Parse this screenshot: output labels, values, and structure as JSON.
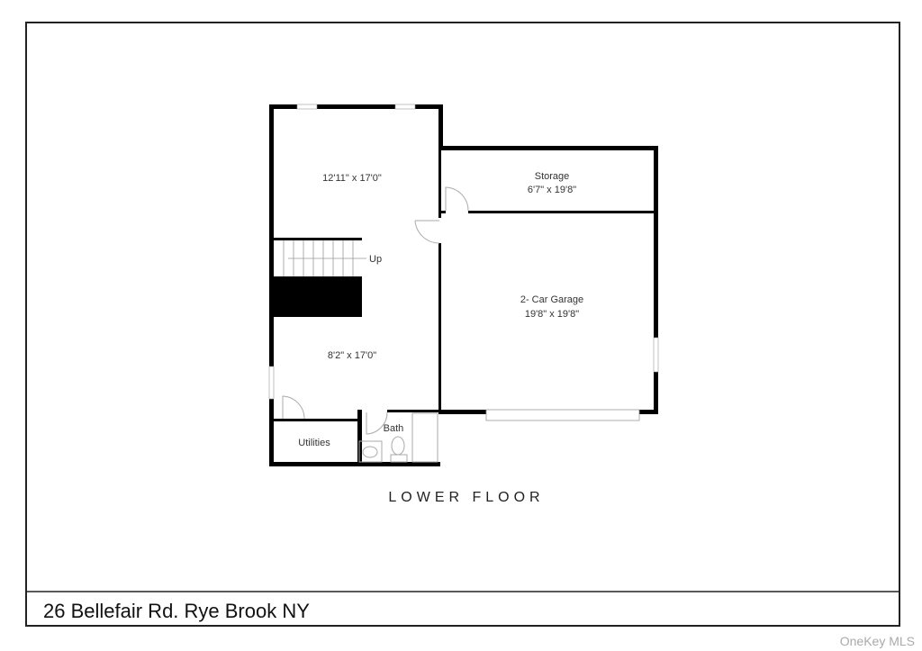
{
  "floor_title": "LOWER FLOOR",
  "address": "26 Bellefair Rd. Rye Brook NY",
  "watermark": "OneKey MLS",
  "rooms": [
    {
      "name": "",
      "dims": "12'11\" x 17'0\""
    },
    {
      "name": "",
      "dims": "8'2\" x 17'0\""
    },
    {
      "name": "Storage",
      "dims": "6'7\" x 19'8\""
    },
    {
      "name": "2- Car Garage",
      "dims": "19'8\" x 19'8\""
    },
    {
      "name": "Utilities",
      "dims": ""
    },
    {
      "name": "Bath",
      "dims": ""
    }
  ],
  "stairs_label": "Up"
}
